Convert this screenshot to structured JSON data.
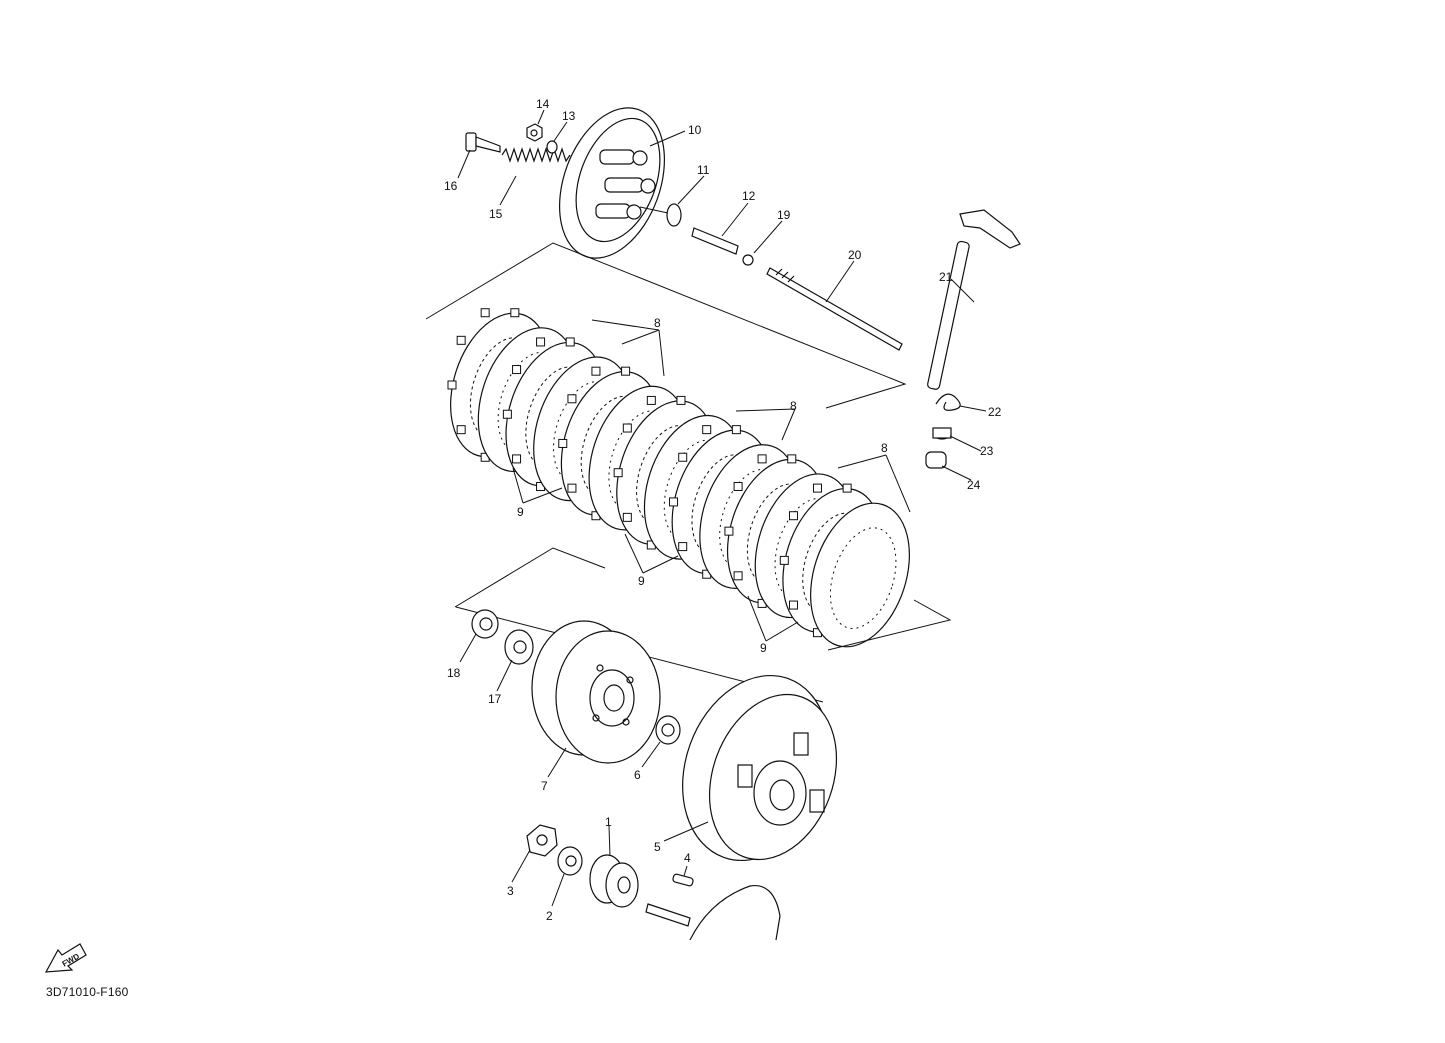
{
  "diagram": {
    "reference_code": "3D71010-F160",
    "fwd_label": "FWD",
    "labels": [
      "1",
      "2",
      "3",
      "4",
      "5",
      "6",
      "7",
      "8",
      "8",
      "8",
      "9",
      "9",
      "9",
      "10",
      "11",
      "12",
      "13",
      "14",
      "15",
      "16",
      "17",
      "18",
      "19",
      "20",
      "21",
      "22",
      "23",
      "24"
    ]
  },
  "colors": {
    "line": "#111111",
    "background": "#ffffff"
  }
}
